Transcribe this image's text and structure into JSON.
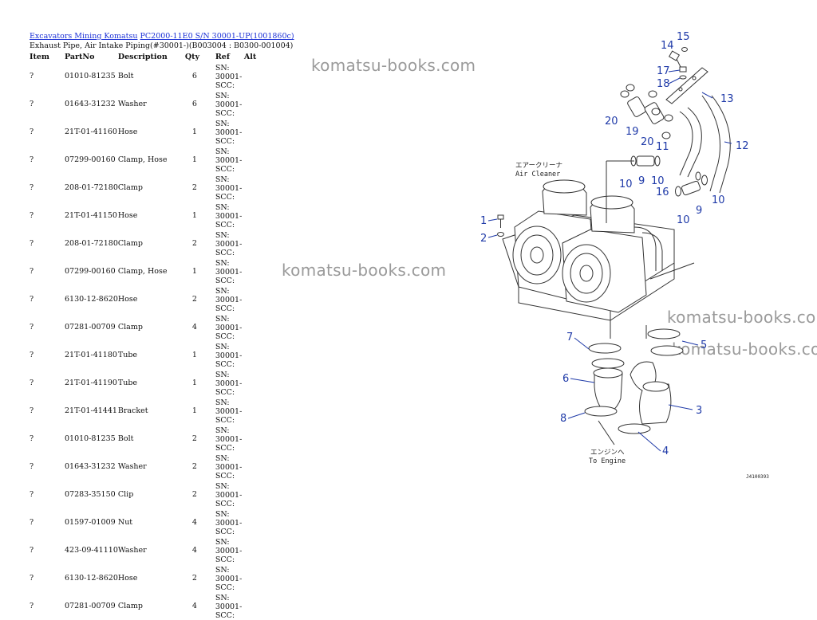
{
  "breadcrumb": {
    "crumb1": "Excavators Mining Komatsu",
    "crumb2": "PC2000-11E0 S/N 30001-UP(1001860c)"
  },
  "subtitle": "Exhaust Pipe, Air Intake Piping(#30001-)(B003004 : B0300-001004)",
  "table": {
    "headers": [
      "Item",
      "PartNo",
      "Description",
      "Qty",
      "Ref",
      "Alt"
    ],
    "rows": [
      {
        "item": "?",
        "partno": "01010-81235",
        "desc": "Bolt",
        "qty": "6",
        "ref": "SN: 30001-SCC:"
      },
      {
        "item": "?",
        "partno": "01643-31232",
        "desc": "Washer",
        "qty": "6",
        "ref": "SN: 30001-SCC:"
      },
      {
        "item": "?",
        "partno": "21T-01-41160",
        "desc": "Hose",
        "qty": "1",
        "ref": "SN: 30001-SCC:"
      },
      {
        "item": "?",
        "partno": "07299-00160",
        "desc": "Clamp, Hose",
        "qty": "1",
        "ref": "SN: 30001-SCC:"
      },
      {
        "item": "?",
        "partno": "208-01-72180",
        "desc": "Clamp",
        "qty": "2",
        "ref": "SN: 30001-SCC:"
      },
      {
        "item": "?",
        "partno": "21T-01-41150",
        "desc": "Hose",
        "qty": "1",
        "ref": "SN: 30001-SCC:"
      },
      {
        "item": "?",
        "partno": "208-01-72180",
        "desc": "Clamp",
        "qty": "2",
        "ref": "SN: 30001-SCC:"
      },
      {
        "item": "?",
        "partno": "07299-00160",
        "desc": "Clamp, Hose",
        "qty": "1",
        "ref": "SN: 30001-SCC:"
      },
      {
        "item": "?",
        "partno": "6130-12-8620",
        "desc": "Hose",
        "qty": "2",
        "ref": "SN: 30001-SCC:"
      },
      {
        "item": "?",
        "partno": "07281-00709",
        "desc": "Clamp",
        "qty": "4",
        "ref": "SN: 30001-SCC:"
      },
      {
        "item": "?",
        "partno": "21T-01-41180",
        "desc": "Tube",
        "qty": "1",
        "ref": "SN: 30001-SCC:"
      },
      {
        "item": "?",
        "partno": "21T-01-41190",
        "desc": "Tube",
        "qty": "1",
        "ref": "SN: 30001-SCC:"
      },
      {
        "item": "?",
        "partno": "21T-01-41441",
        "desc": "Bracket",
        "qty": "1",
        "ref": "SN: 30001-SCC:"
      },
      {
        "item": "?",
        "partno": "01010-81235",
        "desc": "Bolt",
        "qty": "2",
        "ref": "SN: 30001-SCC:"
      },
      {
        "item": "?",
        "partno": "01643-31232",
        "desc": "Washer",
        "qty": "2",
        "ref": "SN: 30001-SCC:"
      },
      {
        "item": "?",
        "partno": "07283-35150",
        "desc": "Clip",
        "qty": "2",
        "ref": "SN: 30001-SCC:"
      },
      {
        "item": "?",
        "partno": "01597-01009",
        "desc": "Nut",
        "qty": "4",
        "ref": "SN: 30001-SCC:"
      },
      {
        "item": "?",
        "partno": "423-09-41110",
        "desc": "Washer",
        "qty": "4",
        "ref": "SN: 30001-SCC:"
      },
      {
        "item": "?",
        "partno": "6130-12-8620",
        "desc": "Hose",
        "qty": "2",
        "ref": "SN: 30001-SCC:"
      },
      {
        "item": "?",
        "partno": "07281-00709",
        "desc": "Clamp",
        "qty": "4",
        "ref": "SN: 30001-SCC:"
      }
    ]
  },
  "watermark": "komatsu-books.com",
  "diagram": {
    "label_air_cleaner_jp": "エアークリーナ",
    "label_air_cleaner": "Air Cleaner",
    "label_engine_jp": "エンジンへ",
    "label_engine": "To Engine",
    "figure_code": "J4100393",
    "callouts": [
      "1",
      "2",
      "3",
      "4",
      "5",
      "6",
      "7",
      "8",
      "9",
      "9",
      "10",
      "10",
      "10",
      "10",
      "11",
      "12",
      "13",
      "14",
      "15",
      "16",
      "17",
      "18",
      "19",
      "20",
      "20"
    ]
  }
}
